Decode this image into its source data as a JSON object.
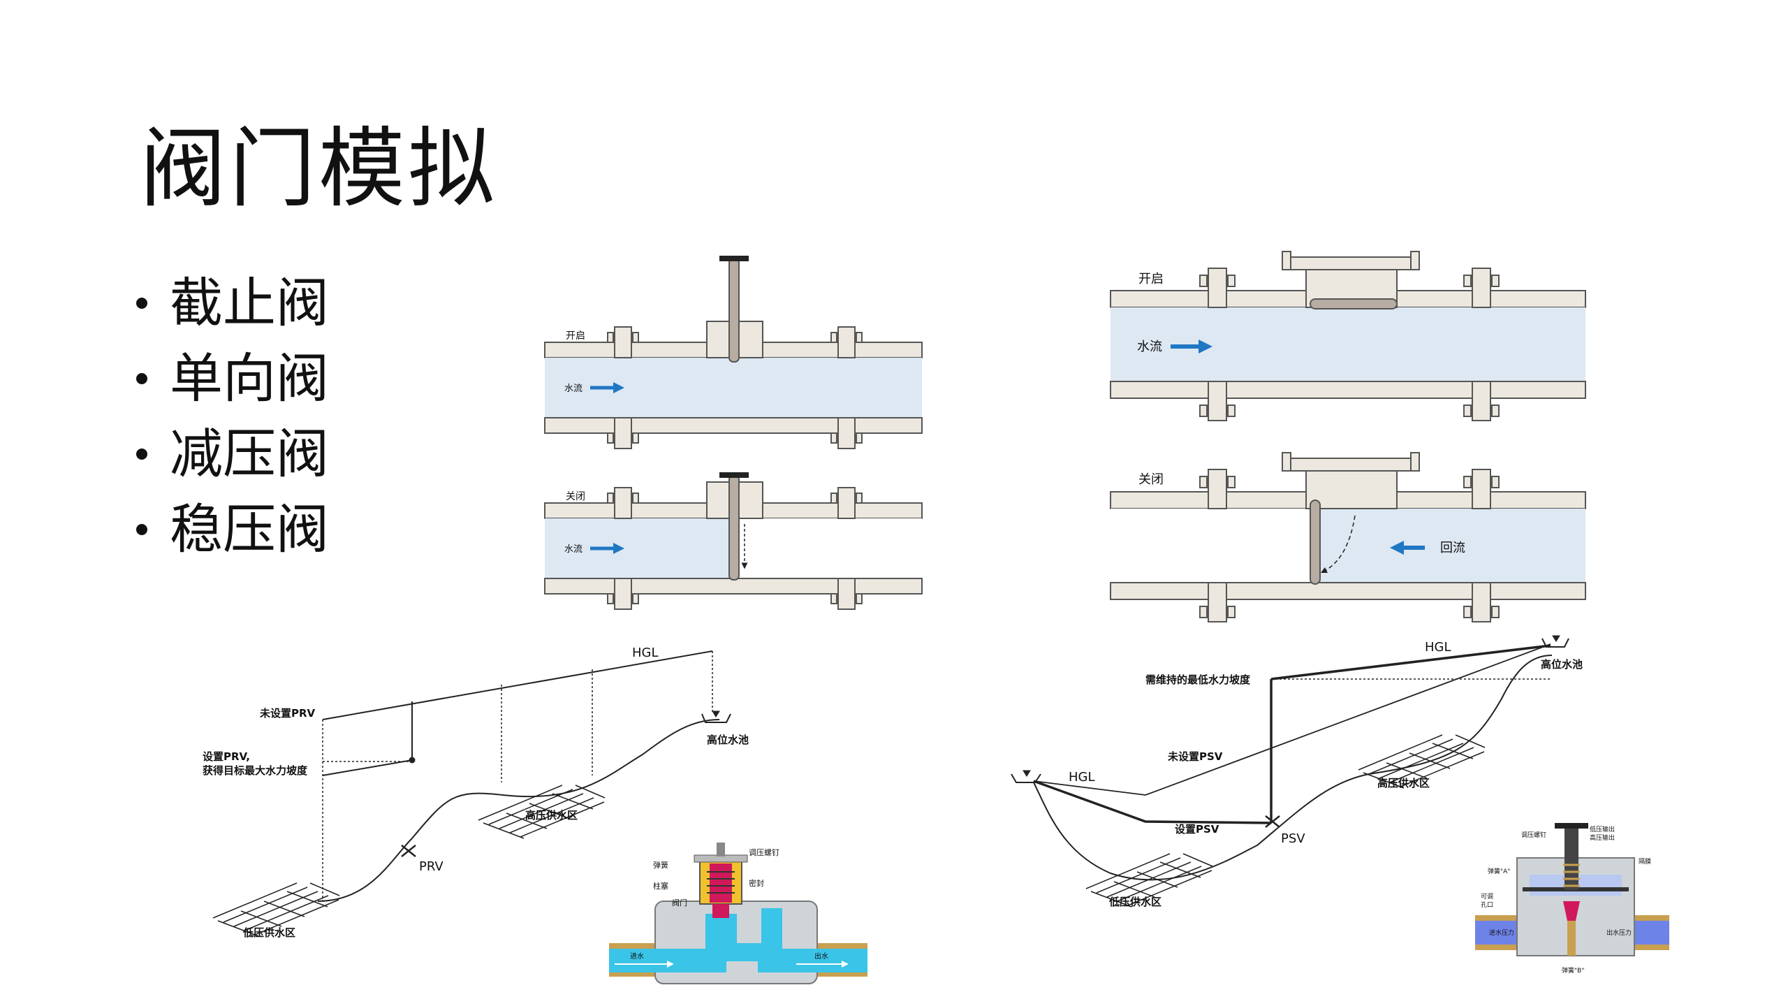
{
  "title": "阀门模拟",
  "bullets": [
    "截止阀",
    "单向阀",
    "减压阀",
    "稳压阀"
  ],
  "globe_valve": {
    "open_label": "开启",
    "close_label": "关闭",
    "flow_label": "水流"
  },
  "check_valve": {
    "open_label": "开启",
    "close_label": "关闭",
    "flow_label": "水流",
    "backflow_label": "回流"
  },
  "prv_diagram": {
    "hgl": "HGL",
    "no_prv": "未设置PRV",
    "with_prv_1": "设置PRV,",
    "with_prv_2": "获得目标最大水力坡度",
    "high_tank": "高位水池",
    "high_zone": "高压供水区",
    "low_zone": "低压供水区",
    "valve": "PRV"
  },
  "prv_section": {
    "screw": "调压螺钉",
    "spring": "弹簧",
    "piston": "柱塞",
    "seal": "密封",
    "valve": "阀门",
    "inlet": "进水",
    "outlet": "出水"
  },
  "psv_diagram": {
    "hgl_top": "HGL",
    "hgl_left": "HGL",
    "min_grade": "需维持的最低水力坡度",
    "no_psv": "未设置PSV",
    "with_psv": "设置PSV",
    "high_tank": "高位水池",
    "high_zone": "高压供水区",
    "low_zone": "低压供水区",
    "valve": "PSV"
  },
  "psv_section": {
    "screw": "调压螺钉",
    "low_out": "低压输出",
    "high_out": "高压输出",
    "spring_a": "弹簧\"A\"",
    "diaphragm": "隔膜",
    "orifice_1": "可调",
    "orifice_2": "孔口",
    "inlet_pressure": "进水压力",
    "outlet_pressure": "出水压力",
    "spring_b": "弹簧\"B\""
  },
  "colors": {
    "pipe_fill": "#dde8f3",
    "pipe_wall": "#ece8df",
    "arrow": "#1f77c4",
    "stem": "#b8ada3",
    "water": "#39c4e8"
  }
}
